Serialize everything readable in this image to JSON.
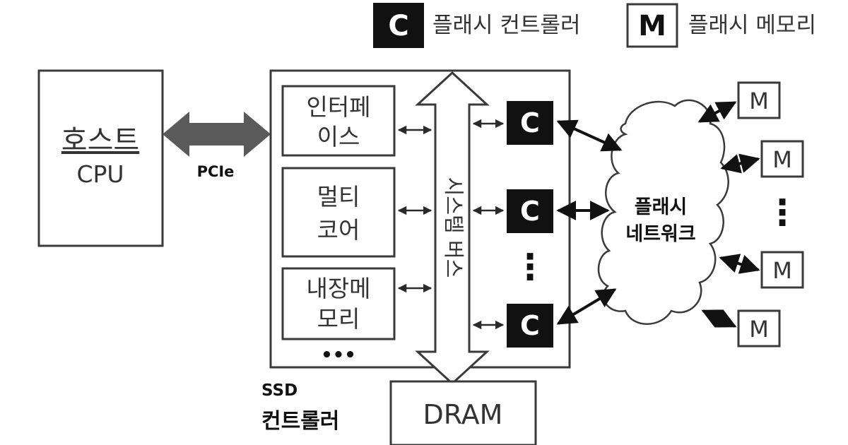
{
  "legend": {
    "controller_symbol": "C",
    "controller_label": "플래시 컨트롤러",
    "memory_symbol": "M",
    "memory_label": "플래시 메모리"
  },
  "host": {
    "line1": "호스트",
    "line2": "CPU"
  },
  "link": {
    "label": "PCIe"
  },
  "ssd": {
    "label_line1": "SSD",
    "label_line2": "컨트롤러",
    "modules": [
      {
        "line1": "인터페",
        "line2": "이스"
      },
      {
        "line1": "멀티",
        "line2": "코어"
      },
      {
        "line1": "내장메",
        "line2": "모리"
      }
    ],
    "more": "•••",
    "bus_label": "시스템 버스"
  },
  "dram": {
    "label": "DRAM"
  },
  "controllers": {
    "symbol": "C",
    "ellipsis": "⋮"
  },
  "network": {
    "line1": "플래시",
    "line2": "네트워크"
  },
  "memories": {
    "symbol": "M",
    "ellipsis": "⋮"
  }
}
